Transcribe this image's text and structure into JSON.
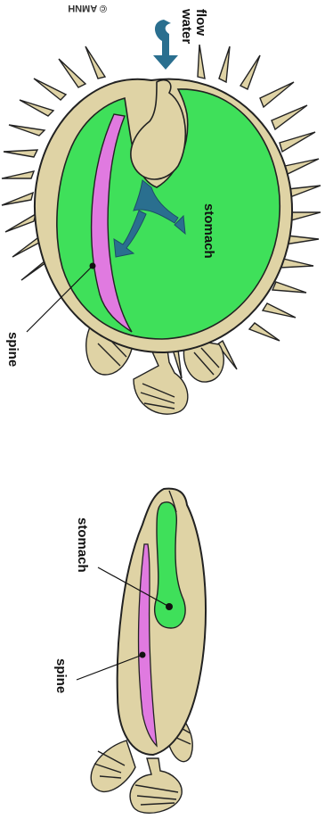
{
  "puffed_fish": {
    "water_flow_label": "water flow",
    "stomach_label": "stomach",
    "spine_label": "spine",
    "copyright": "© AMNH"
  },
  "normal_fish": {
    "stomach_label": "stomach",
    "spine_label": "spine"
  },
  "colors": {
    "body": "#dfd3a5",
    "stomach": "#3fe05a",
    "spine": "#e07ae0",
    "arrow": "#2a6f8f",
    "outline": "#222222"
  }
}
